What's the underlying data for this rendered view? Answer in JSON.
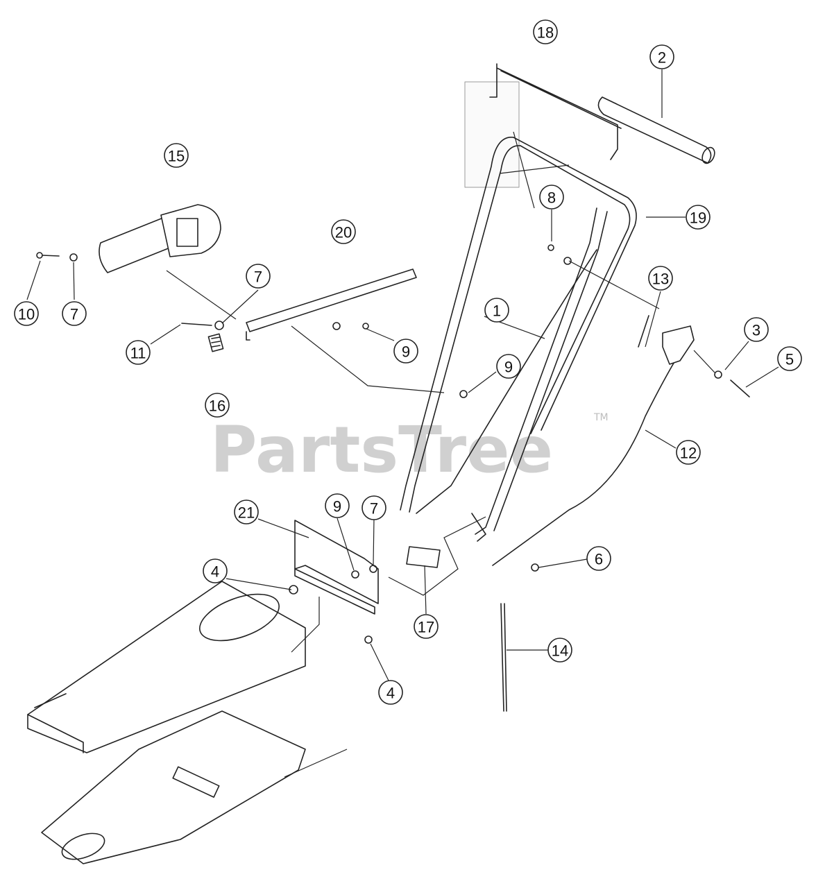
{
  "watermark": {
    "brand": "PartsTree",
    "trademark": "TM"
  },
  "callouts": [
    {
      "id": "c18",
      "label": "18"
    },
    {
      "id": "c2",
      "label": "2"
    },
    {
      "id": "c15",
      "label": "15"
    },
    {
      "id": "c19",
      "label": "19"
    },
    {
      "id": "c8",
      "label": "8"
    },
    {
      "id": "c20",
      "label": "20"
    },
    {
      "id": "c13",
      "label": "13"
    },
    {
      "id": "c7a",
      "label": "7"
    },
    {
      "id": "c1",
      "label": "1"
    },
    {
      "id": "c3",
      "label": "3"
    },
    {
      "id": "c10",
      "label": "10"
    },
    {
      "id": "c7b",
      "label": "7"
    },
    {
      "id": "c5",
      "label": "5"
    },
    {
      "id": "c11",
      "label": "11"
    },
    {
      "id": "c9a",
      "label": "9"
    },
    {
      "id": "c9b",
      "label": "9"
    },
    {
      "id": "c16",
      "label": "16"
    },
    {
      "id": "c12",
      "label": "12"
    },
    {
      "id": "c21",
      "label": "21"
    },
    {
      "id": "c9c",
      "label": "9"
    },
    {
      "id": "c7c",
      "label": "7"
    },
    {
      "id": "c4a",
      "label": "4"
    },
    {
      "id": "c6",
      "label": "6"
    },
    {
      "id": "c17",
      "label": "17"
    },
    {
      "id": "c14",
      "label": "14"
    },
    {
      "id": "c4b",
      "label": "4"
    }
  ]
}
